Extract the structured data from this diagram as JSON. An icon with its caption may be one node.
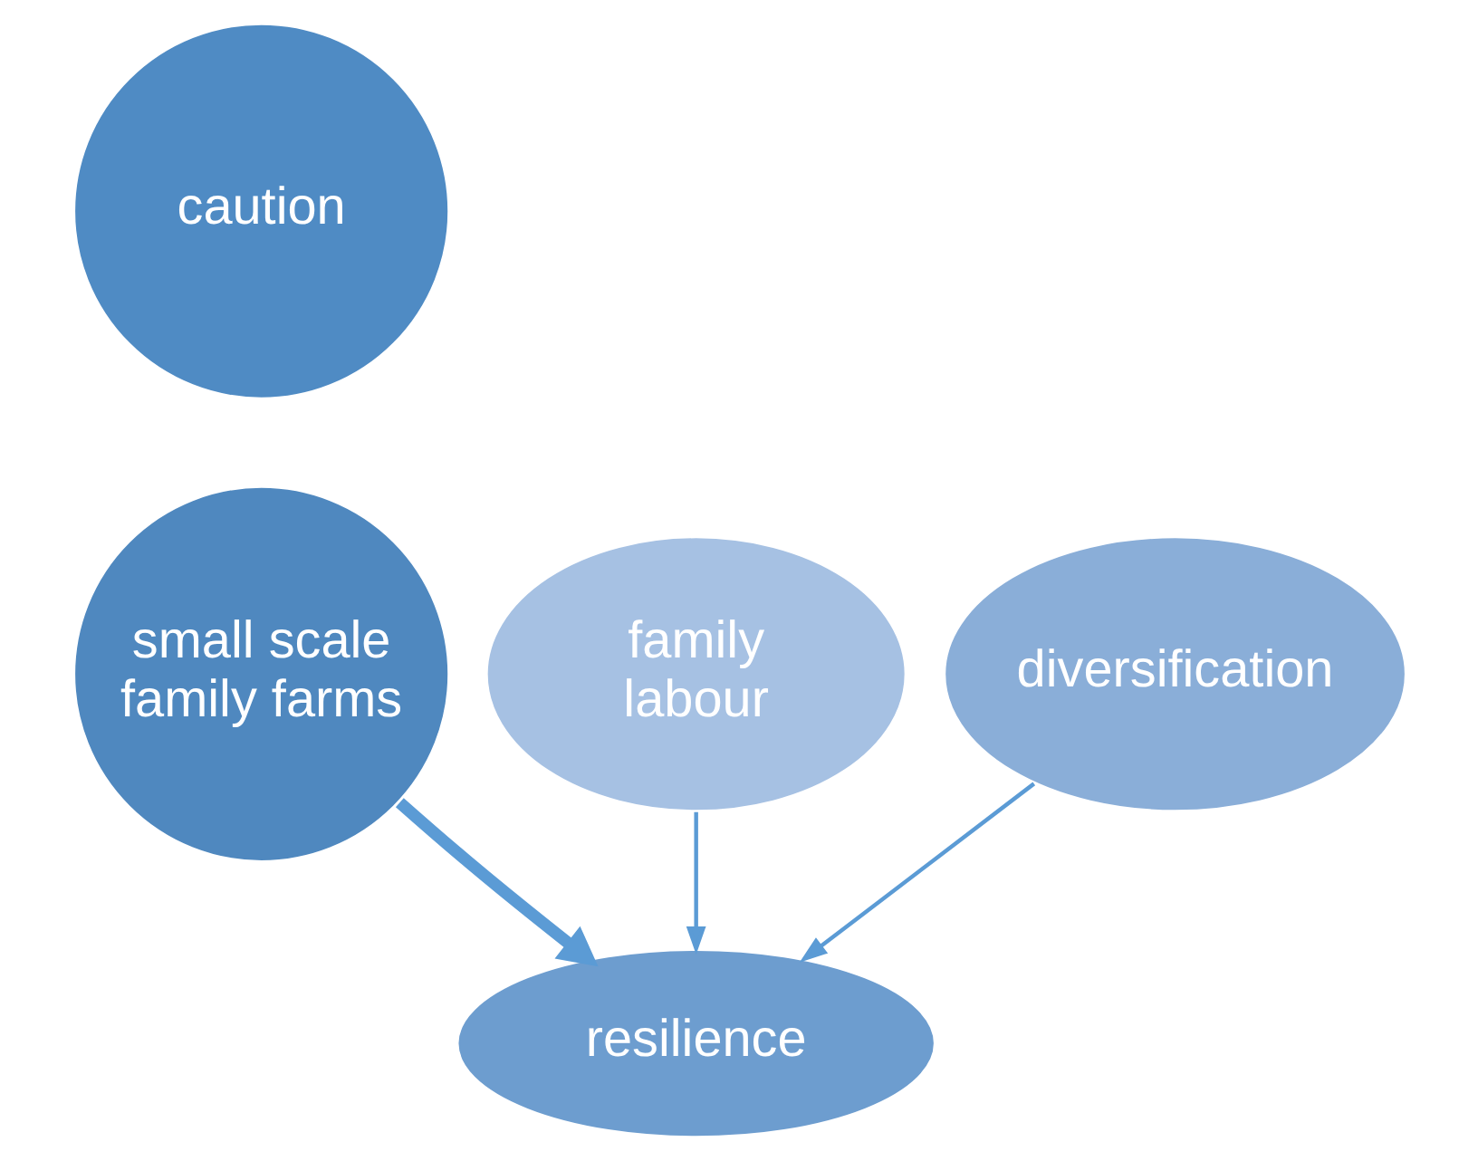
{
  "diagram": {
    "nodes": [
      {
        "text": [
          "caution"
        ]
      },
      {
        "text": [
          "small scale family farms"
        ]
      },
      {
        "text": [
          "family labour"
        ]
      },
      {
        "text": [
          "diversification"
        ]
      },
      {
        "text": [
          "resilience"
        ]
      }
    ],
    "edges": [
      {
        "from": 2,
        "to": 4,
        "arrow": "to",
        "color": "#5b9bd5"
      },
      {
        "from": 1,
        "to": 4,
        "arrow": "to",
        "style": "thick",
        "color": "#5b9bd5"
      },
      {
        "from": 3,
        "to": 4,
        "arrow": "to",
        "color": "#5b9bd5"
      }
    ]
  }
}
